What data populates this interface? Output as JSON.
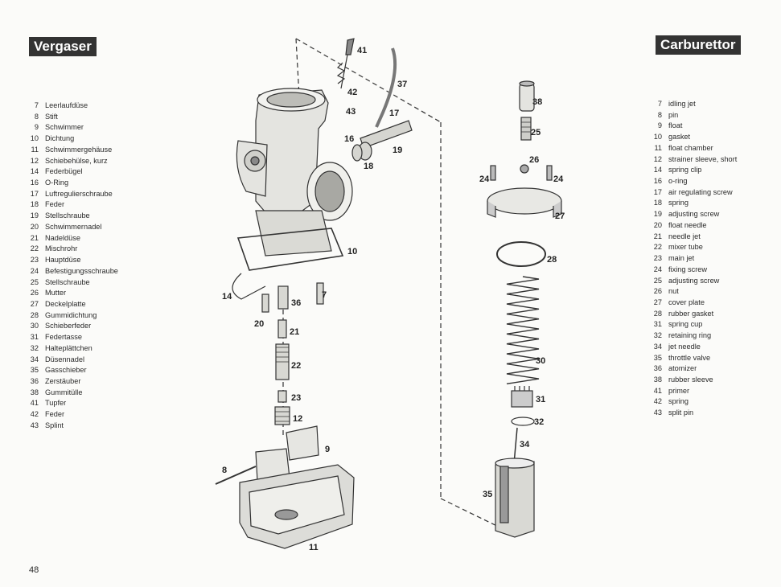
{
  "header": {
    "title_de": "Vergaser",
    "title_en": "Carburettor"
  },
  "parts_de": [
    {
      "num": "7",
      "name": "Leerlaufdüse"
    },
    {
      "num": "8",
      "name": "Stift"
    },
    {
      "num": "9",
      "name": "Schwimmer"
    },
    {
      "num": "10",
      "name": "Dichtung"
    },
    {
      "num": "11",
      "name": "Schwimmergehäuse"
    },
    {
      "num": "12",
      "name": "Schiebehülse, kurz"
    },
    {
      "num": "14",
      "name": "Federbügel"
    },
    {
      "num": "16",
      "name": "O-Ring"
    },
    {
      "num": "17",
      "name": "Luftregulierschraube"
    },
    {
      "num": "18",
      "name": "Feder"
    },
    {
      "num": "19",
      "name": "Stellschraube"
    },
    {
      "num": "20",
      "name": "Schwimmernadel"
    },
    {
      "num": "21",
      "name": "Nadeldüse"
    },
    {
      "num": "22",
      "name": "Mischrohr"
    },
    {
      "num": "23",
      "name": "Hauptdüse"
    },
    {
      "num": "24",
      "name": "Befestigungsschraube"
    },
    {
      "num": "25",
      "name": "Stellschraube"
    },
    {
      "num": "26",
      "name": "Mutter"
    },
    {
      "num": "27",
      "name": "Deckelplatte"
    },
    {
      "num": "28",
      "name": "Gummidichtung"
    },
    {
      "num": "30",
      "name": "Schieberfeder"
    },
    {
      "num": "31",
      "name": "Federtasse"
    },
    {
      "num": "32",
      "name": "Halteplättchen"
    },
    {
      "num": "34",
      "name": "Düsennadel"
    },
    {
      "num": "35",
      "name": "Gasschieber"
    },
    {
      "num": "36",
      "name": "Zerstäuber"
    },
    {
      "num": "38",
      "name": "Gummitülle"
    },
    {
      "num": "41",
      "name": "Tupfer"
    },
    {
      "num": "42",
      "name": "Feder"
    },
    {
      "num": "43",
      "name": "Splint"
    }
  ],
  "parts_en": [
    {
      "num": "7",
      "name": "idling jet"
    },
    {
      "num": "8",
      "name": "pin"
    },
    {
      "num": "9",
      "name": "float"
    },
    {
      "num": "10",
      "name": "gasket"
    },
    {
      "num": "11",
      "name": "float chamber"
    },
    {
      "num": "12",
      "name": "strainer sleeve, short"
    },
    {
      "num": "14",
      "name": "spring clip"
    },
    {
      "num": "16",
      "name": "o-ring"
    },
    {
      "num": "17",
      "name": "air regulating screw"
    },
    {
      "num": "18",
      "name": "spring"
    },
    {
      "num": "19",
      "name": "adjusting screw"
    },
    {
      "num": "20",
      "name": "float needle"
    },
    {
      "num": "21",
      "name": "needle jet"
    },
    {
      "num": "22",
      "name": "mixer tube"
    },
    {
      "num": "23",
      "name": "main jet"
    },
    {
      "num": "24",
      "name": "fixing screw"
    },
    {
      "num": "25",
      "name": "adjusting screw"
    },
    {
      "num": "26",
      "name": "nut"
    },
    {
      "num": "27",
      "name": "cover plate"
    },
    {
      "num": "28",
      "name": "rubber gasket"
    },
    {
      "num": "31",
      "name": "spring cup"
    },
    {
      "num": "32",
      "name": "retaining ring"
    },
    {
      "num": "34",
      "name": "jet needle"
    },
    {
      "num": "35",
      "name": "throttle valve"
    },
    {
      "num": "36",
      "name": "atomizer"
    },
    {
      "num": "38",
      "name": "rubber sleeve"
    },
    {
      "num": "41",
      "name": "primer"
    },
    {
      "num": "42",
      "name": "spring"
    },
    {
      "num": "43",
      "name": "split pin"
    }
  ],
  "callouts": [
    "41",
    "42",
    "43",
    "37",
    "17",
    "16",
    "19",
    "18",
    "10",
    "14",
    "36",
    "7",
    "20",
    "21",
    "22",
    "23",
    "12",
    "9",
    "8",
    "11",
    "38",
    "25",
    "26",
    "24",
    "24",
    "27",
    "28",
    "30",
    "31",
    "32",
    "34",
    "35"
  ],
  "footer": {
    "page_number": "48"
  }
}
